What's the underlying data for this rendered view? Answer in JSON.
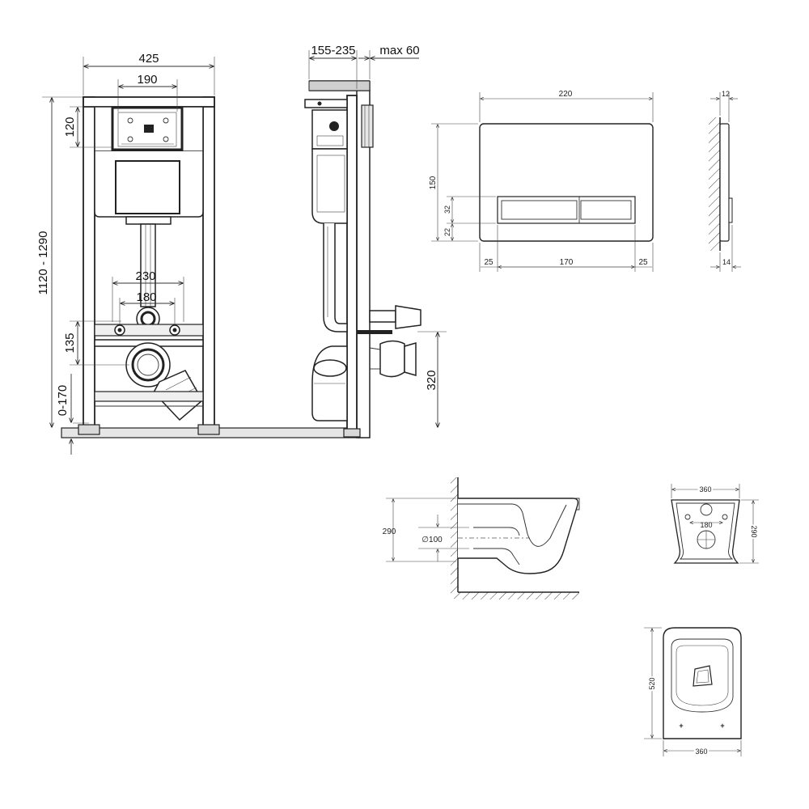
{
  "frame_dims": {
    "width_total": "425",
    "panel_width": "190",
    "height_range": "1120 - 1290",
    "panel_height": "120",
    "stud_spacing": "230",
    "bolt_spacing": "180",
    "drain_offset": "135",
    "floor_offset": "0-170"
  },
  "side_dims": {
    "depth_range": "155-235",
    "wall_max": "max 60",
    "outlet_height": "320"
  },
  "panel_dims": {
    "width": "220",
    "height": "150",
    "button_height": "32",
    "button_bottom": "22",
    "margin_left": "25",
    "button_width": "170",
    "margin_right": "25",
    "depth_top": "12",
    "depth_bottom": "14"
  },
  "bowl_dims": {
    "side_height": "290",
    "pipe_diameter": "∅100",
    "front_width": "360",
    "front_bolt": "180",
    "front_height": "290",
    "top_length": "520",
    "top_width": "360"
  }
}
